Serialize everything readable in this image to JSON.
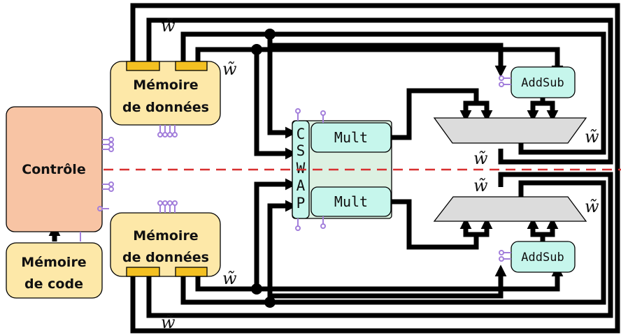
{
  "controle": {
    "label": "Contrôle"
  },
  "memoire_code": {
    "line1": "Mémoire",
    "line2": "de code"
  },
  "memoire_donnees_haut": {
    "line1": "Mémoire",
    "line2": "de données"
  },
  "memoire_donnees_bas": {
    "line1": "Mémoire",
    "line2": "de données"
  },
  "cswap": {
    "letters": [
      "C",
      "S",
      "W",
      "A",
      "P"
    ]
  },
  "mult_haut": {
    "label": "Mult"
  },
  "mult_bas": {
    "label": "Mult"
  },
  "addsub_haut": {
    "label": "AddSub"
  },
  "addsub_bas": {
    "label": "AddSub"
  },
  "w_tilde": "w̃",
  "colors": {
    "controle_fill": "#f8c4a4",
    "memoire_fill": "#fde8a8",
    "port_fill": "#f3c021",
    "compute_fill": "#c6f6ec",
    "cswap_fill": "#dcf1e2",
    "mux_fill": "#dcdcdc",
    "divider": "#d83030",
    "control_signal": "#a37fdb"
  }
}
